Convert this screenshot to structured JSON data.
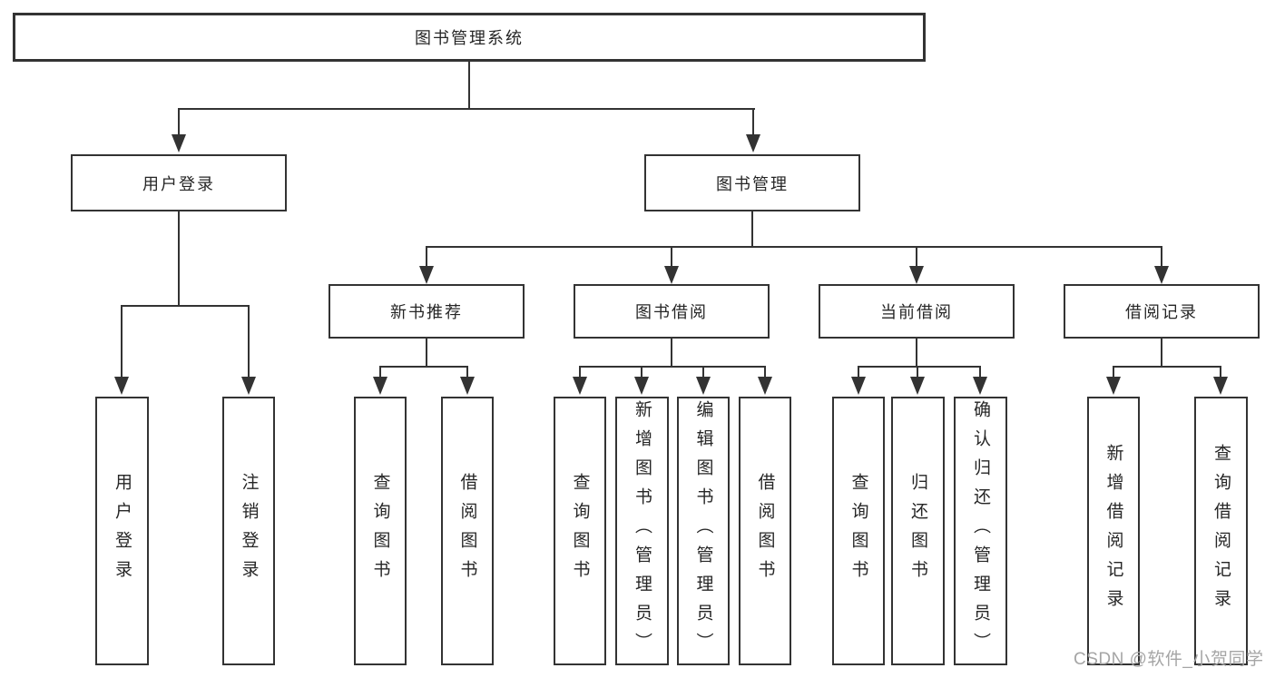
{
  "diagram": {
    "root": {
      "label": "图书管理系统"
    },
    "branches": [
      {
        "label": "用户登录",
        "children": [
          {
            "label": "用户登录"
          },
          {
            "label": "注销登录"
          }
        ]
      },
      {
        "label": "图书管理",
        "children": [
          {
            "label": "新书推荐",
            "children": [
              {
                "label": "查询图书"
              },
              {
                "label": "借阅图书"
              }
            ]
          },
          {
            "label": "图书借阅",
            "children": [
              {
                "label": "查询图书"
              },
              {
                "label": "新增图书（管理员）"
              },
              {
                "label": "编辑图书（管理员）"
              },
              {
                "label": "借阅图书"
              }
            ]
          },
          {
            "label": "当前借阅",
            "children": [
              {
                "label": "查询图书"
              },
              {
                "label": "归还图书"
              },
              {
                "label": "确认归还（管理员）"
              }
            ]
          },
          {
            "label": "借阅记录",
            "children": [
              {
                "label": "新增借阅记录"
              },
              {
                "label": "查询借阅记录"
              }
            ]
          }
        ]
      }
    ]
  },
  "watermark": {
    "text": "CSDN @软件_小贺同学"
  },
  "colors": {
    "line": "#333333",
    "text": "#262626",
    "background": "#ffffff",
    "watermark": "#a5a5a5"
  }
}
